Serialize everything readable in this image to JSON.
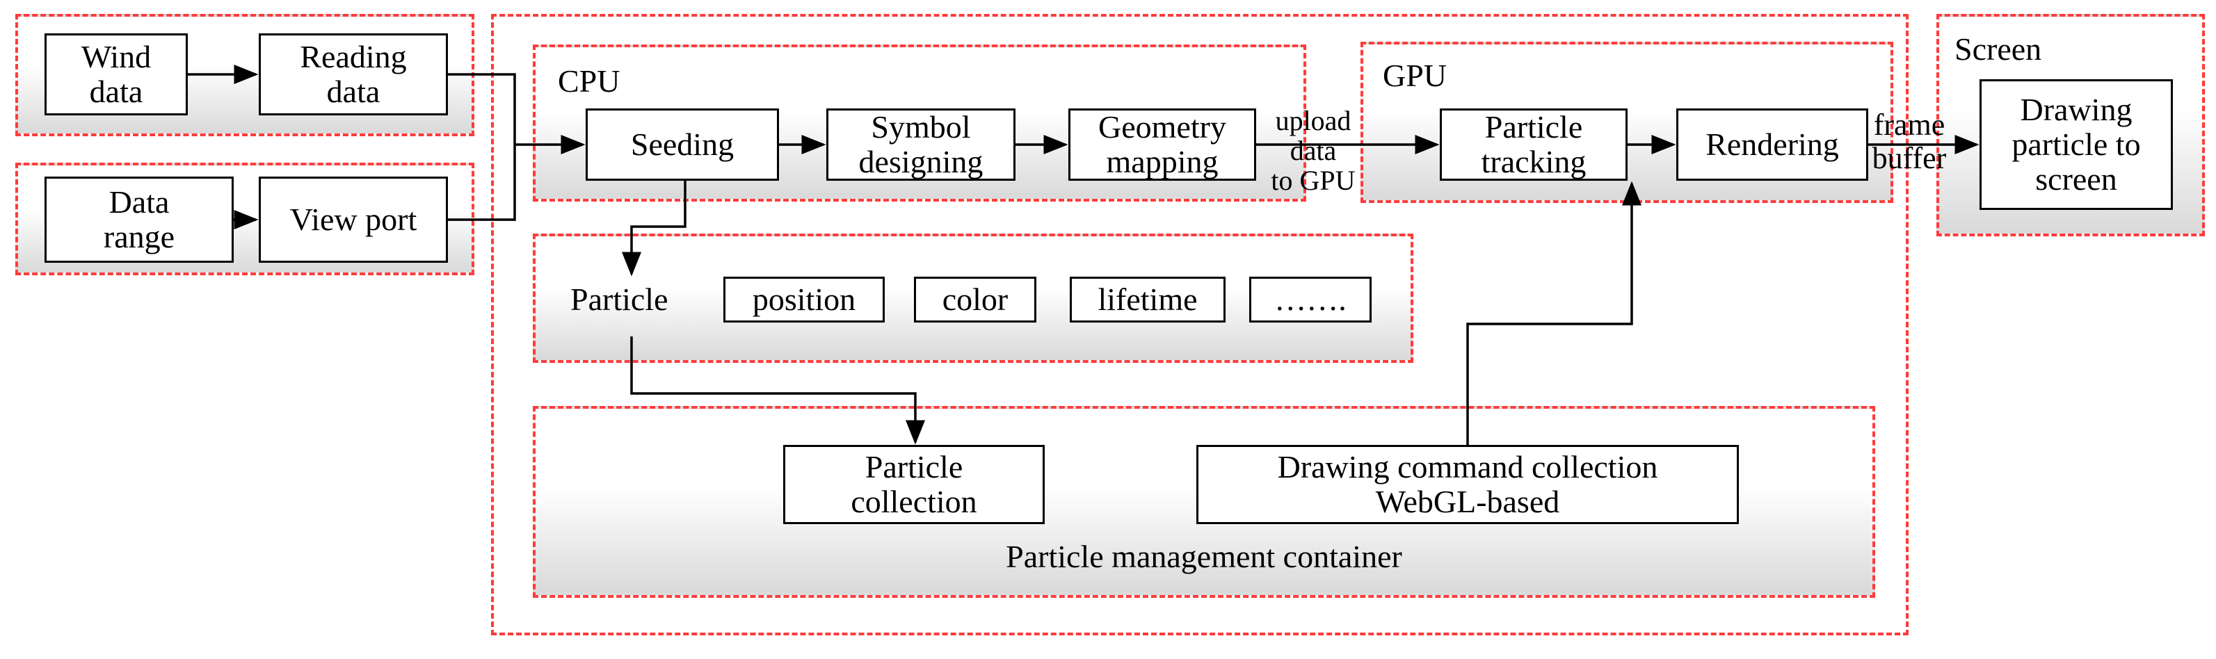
{
  "diagram": {
    "groups": {
      "cpu": "CPU",
      "gpu": "GPU",
      "screen": "Screen",
      "container": "Particle management container"
    },
    "nodes": {
      "wind_data": "Wind\ndata",
      "reading_data": "Reading\ndata",
      "data_range": "Data\nrange",
      "view_port": "View port",
      "seeding": "Seeding",
      "symbol_designing": "Symbol\ndesigning",
      "geometry_mapping": "Geometry\nmapping",
      "particle_tracking": "Particle\ntracking",
      "rendering": "Rendering",
      "drawing_particle": "Drawing\nparticle to\nscreen",
      "particle_collection": "Particle\ncollection",
      "drawing_command": "Drawing command collection\nWebGL-based"
    },
    "particle": {
      "label": "Particle",
      "attributes": [
        "position",
        "color",
        "lifetime",
        "……."
      ]
    },
    "edge_labels": {
      "upload": "upload data\nto GPU",
      "frame_buffer": "frame\nbuffer"
    },
    "colors": {
      "group_border": "#ff3b3b",
      "group_fill_top": "#ffffff",
      "group_fill_bottom": "#d9d9d9",
      "box_border": "#000000",
      "wire": "#000000"
    }
  }
}
